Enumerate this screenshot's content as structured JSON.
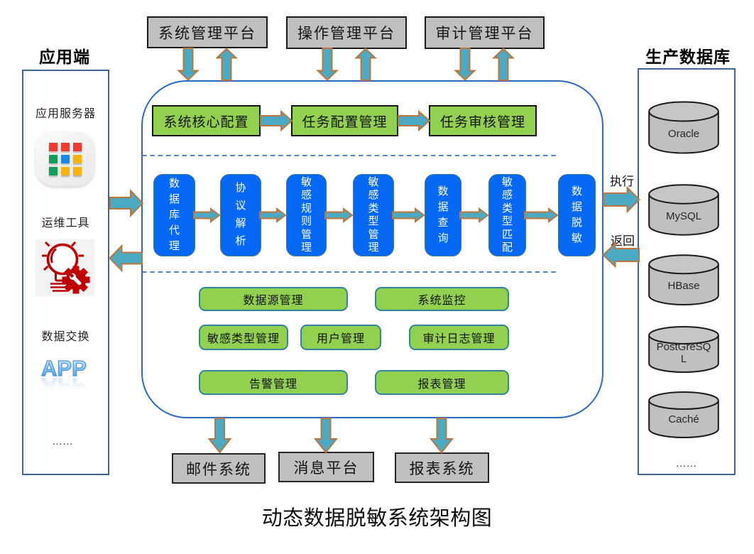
{
  "caption": "动态数据脱敏系统架构图",
  "top_platforms": [
    {
      "label": "系统管理平台"
    },
    {
      "label": "操作管理平台"
    },
    {
      "label": "审计管理平台"
    }
  ],
  "left_panel": {
    "title": "应用端",
    "item1_label": "应用服务器",
    "item2_label": "运维工具",
    "item3_label": "数据交换",
    "app_logo_text": "APP",
    "more": "……",
    "icons": [
      "app-grid-icon",
      "lightbulb-wrench-icon",
      "app-logo"
    ]
  },
  "right_panel": {
    "title": "生产数据库",
    "databases": [
      "Oracle",
      "MySQL",
      "HBase",
      "PostGreSQL",
      "Caché"
    ],
    "more": "……"
  },
  "config_row": [
    "系统核心配置",
    "任务配置管理",
    "任务审核管理"
  ],
  "flow_row": [
    "数据库代理",
    "协议解析",
    "敏感规则管理",
    "敏感类型管理",
    "数据查询",
    "敏感类型匹配",
    "数据脱敏"
  ],
  "management": {
    "row1": [
      "数据源管理",
      "系统监控"
    ],
    "row2": [
      "敏感类型管理",
      "用户管理",
      "审计日志管理"
    ],
    "row3": [
      "告警管理",
      "报表管理"
    ]
  },
  "bottom_systems": [
    "邮件系统",
    "消息平台",
    "报表系统"
  ],
  "side_labels": {
    "execute": "执行",
    "return": "返回"
  },
  "colors": {
    "arrow_fill": "#4ba9c1",
    "arrow_border": "#c0763b",
    "green_box": "#92d050",
    "blue_box": "#0669f6",
    "gray_box": "#bfbfbf",
    "core_border": "#2767c8",
    "panel_border": "#3e6493",
    "management_border": "#31849b"
  }
}
